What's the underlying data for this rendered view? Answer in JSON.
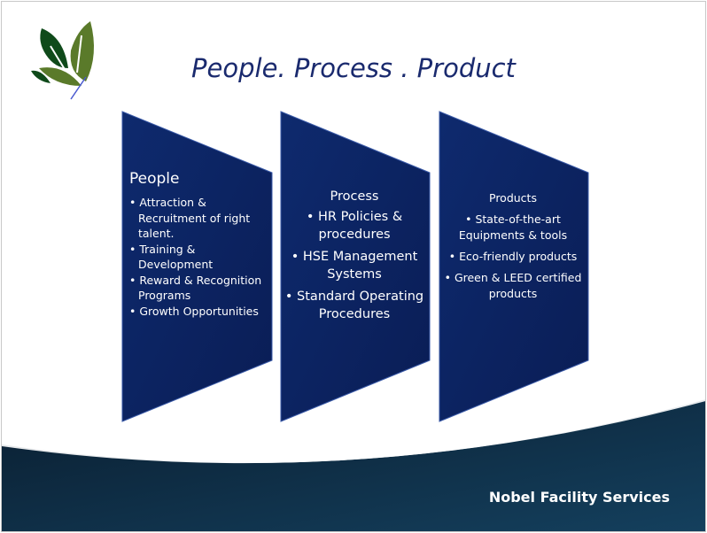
{
  "title": "People. Process . Product",
  "colors": {
    "navy": "#0c2262",
    "leaf_dark": "#0f4a1a",
    "leaf_light": "#5a7a2a",
    "footer_band": "#0d2a40"
  },
  "columns": [
    {
      "heading": "People",
      "items": [
        "Attraction & Recruitment of right talent.",
        "Training & Development",
        "Reward & Recognition Programs",
        "Growth Opportunities"
      ]
    },
    {
      "heading": "Process",
      "items": [
        "HR Policies & procedures",
        "HSE Management Systems",
        "Standard Operating Procedures"
      ]
    },
    {
      "heading": "Products",
      "items": [
        "State-of-the-art Equipments & tools",
        "Eco-friendly products",
        "Green & LEED certified products"
      ]
    }
  ],
  "footer": "Nobel Facility Services"
}
